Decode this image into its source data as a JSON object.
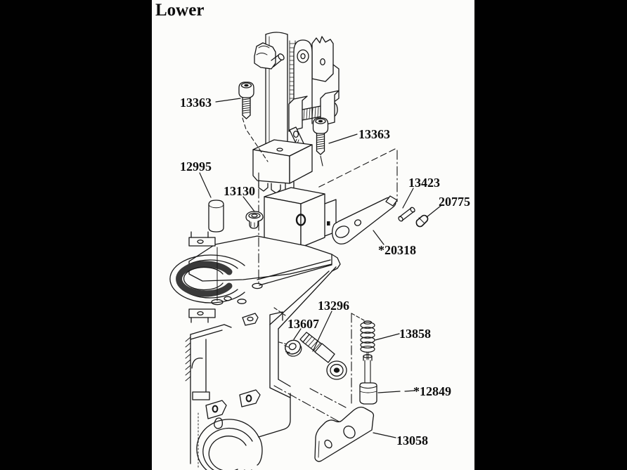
{
  "title": "Lower",
  "colors": {
    "letterbox": "#010101",
    "paper": "#fcfcfa",
    "ink": "#161616"
  },
  "diagram": {
    "type": "exploded-parts-diagram",
    "subject": "press lower assembly line art with numbered callouts",
    "labels": [
      {
        "part": "13363",
        "text": "13363"
      },
      {
        "part": "13363",
        "text": "13363"
      },
      {
        "part": "12995",
        "text": "12995"
      },
      {
        "part": "13130",
        "text": "13130"
      },
      {
        "part": "13423",
        "text": "13423"
      },
      {
        "part": "20775",
        "text": "20775"
      },
      {
        "part": "20318",
        "text": "*20318"
      },
      {
        "part": "13296",
        "text": "13296"
      },
      {
        "part": "13607",
        "text": "13607"
      },
      {
        "part": "13858",
        "text": "13858"
      },
      {
        "part": "12849",
        "text": "*12849"
      },
      {
        "part": "13058",
        "text": "13058"
      }
    ]
  }
}
